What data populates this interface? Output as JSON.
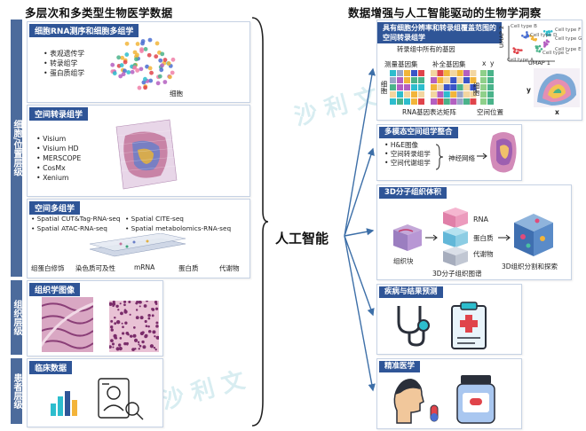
{
  "left_title": "多层次和多类型生物医学数据",
  "right_title": "数据增强与人工智能驱动的生物学洞察",
  "center_label": "人工智能",
  "sidebars": {
    "cell": "细胞/位置层级",
    "tissue": "组织层级",
    "patient": "患者层级"
  },
  "panel_scrna": {
    "header": "细胞RNA测序和细胞多组学",
    "items": [
      "表观遗传学",
      "转录组学",
      "蛋白质组学"
    ],
    "cell_label": "细胞"
  },
  "panel_spatial": {
    "header": "空间转录组学",
    "items": [
      "Visium",
      "Visium HD",
      "MERSCOPE",
      "CosMx",
      "Xenium"
    ]
  },
  "panel_multiomics": {
    "header": "空间多组学",
    "items_left": [
      "Spatial CUT&Tag-RNA-seq",
      "Spatial ATAC-RNA-seq"
    ],
    "items_right": [
      "Spatial CITE-seq",
      "Spatial metabolomics-RNA-seq"
    ],
    "layers": [
      "组蛋白修饰",
      "染色质可及性",
      "mRNA",
      "蛋白质",
      "代谢物"
    ]
  },
  "panel_histology": {
    "header": "组织学图像"
  },
  "panel_clinical": {
    "header": "临床数据"
  },
  "r_panel1": {
    "header": "具有细胞分辨率和转录组覆盖范围的空间转录组学",
    "subtitle": "转录组中所有的基因",
    "measured_genes": "测量基因集",
    "imputed_genes": "补全基因集",
    "cell_label": "细胞",
    "x_label": "x",
    "y_label": "y",
    "matrix_caption": "RNA基因表达矩阵",
    "position_caption": "空间位置",
    "umap2": "UMAP 2",
    "umap1": "UMAP 1",
    "cell_types": [
      "Cell type A",
      "Cell type B",
      "Cell type C",
      "Cell type D",
      "Cell type E",
      "Cell type F",
      "Cell type G"
    ],
    "axis_x": "x",
    "axis_y": "y"
  },
  "r_panel2": {
    "header": "多模态空间组学整合",
    "items": [
      "H&E图像",
      "空间转录组学",
      "空间代谢组学"
    ],
    "network": "神经网络"
  },
  "r_panel3": {
    "header": "3D分子组织体积",
    "block": "组织块",
    "rna": "RNA",
    "protein": "蛋白质",
    "metabolite": "代谢物",
    "map_caption": "3D分子组织图谱",
    "explore": "3D组织分割和探索"
  },
  "r_panel4": {
    "header": "疾病与结果预测"
  },
  "r_panel5": {
    "header": "精准医学"
  },
  "colors": {
    "sidebar": "#4c6b9c",
    "header": "#2f5597",
    "arrow": "#3d6fa8"
  }
}
